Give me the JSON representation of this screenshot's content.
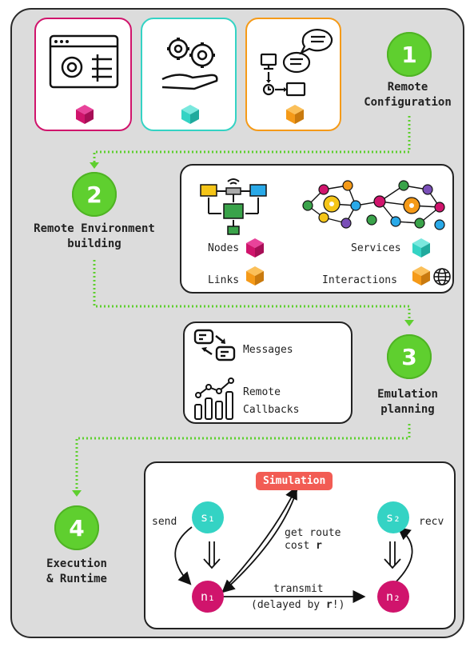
{
  "steps": [
    {
      "number": "1",
      "label": "Remote\nConfiguration"
    },
    {
      "number": "2",
      "label": "Remote Environment\nbuilding"
    },
    {
      "number": "3",
      "label": "Emulation\nplanning"
    },
    {
      "number": "4",
      "label": "Execution\n& Runtime"
    }
  ],
  "colors": {
    "magenta": "#d0146c",
    "teal": "#34d3c4",
    "orange": "#f59a18",
    "green": "#5fcf2f",
    "red": "#f25c54"
  },
  "environment": {
    "nodes_label": "Nodes",
    "links_label": "Links",
    "services_label": "Services",
    "interactions_label": "Interactions"
  },
  "planning": {
    "messages_label": "Messages",
    "callbacks_label": "Remote\nCallbacks"
  },
  "runtime": {
    "simulation_label": "Simulation",
    "s1": "s₁",
    "s2": "s₂",
    "n1": "n₁",
    "n2": "n₂",
    "send_label": "send",
    "recv_label": "recv",
    "route_label_1": "get route",
    "route_label_2": "cost",
    "route_var": "r",
    "transmit_label": "transmit",
    "delay_prefix": "(delayed by ",
    "delay_var": "r",
    "delay_suffix": "!)"
  }
}
